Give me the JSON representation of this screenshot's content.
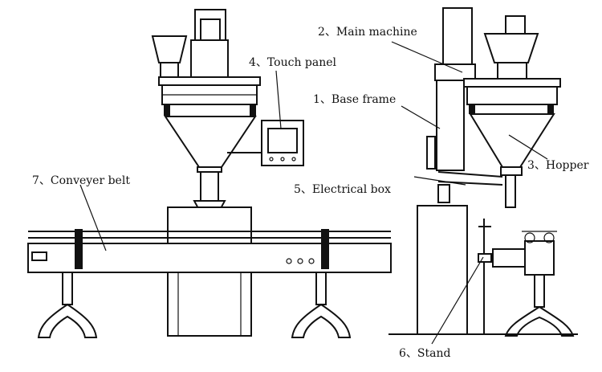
{
  "labels": {
    "main_machine": "2、Main machine",
    "touch_panel": "4、Touch panel",
    "base_frame": "1、Base frame",
    "hopper": "3、Hopper",
    "electrical_box": "5、Electrical box",
    "conveyer_belt": "7、Conveyer belt",
    "stand": "6、Stand"
  }
}
